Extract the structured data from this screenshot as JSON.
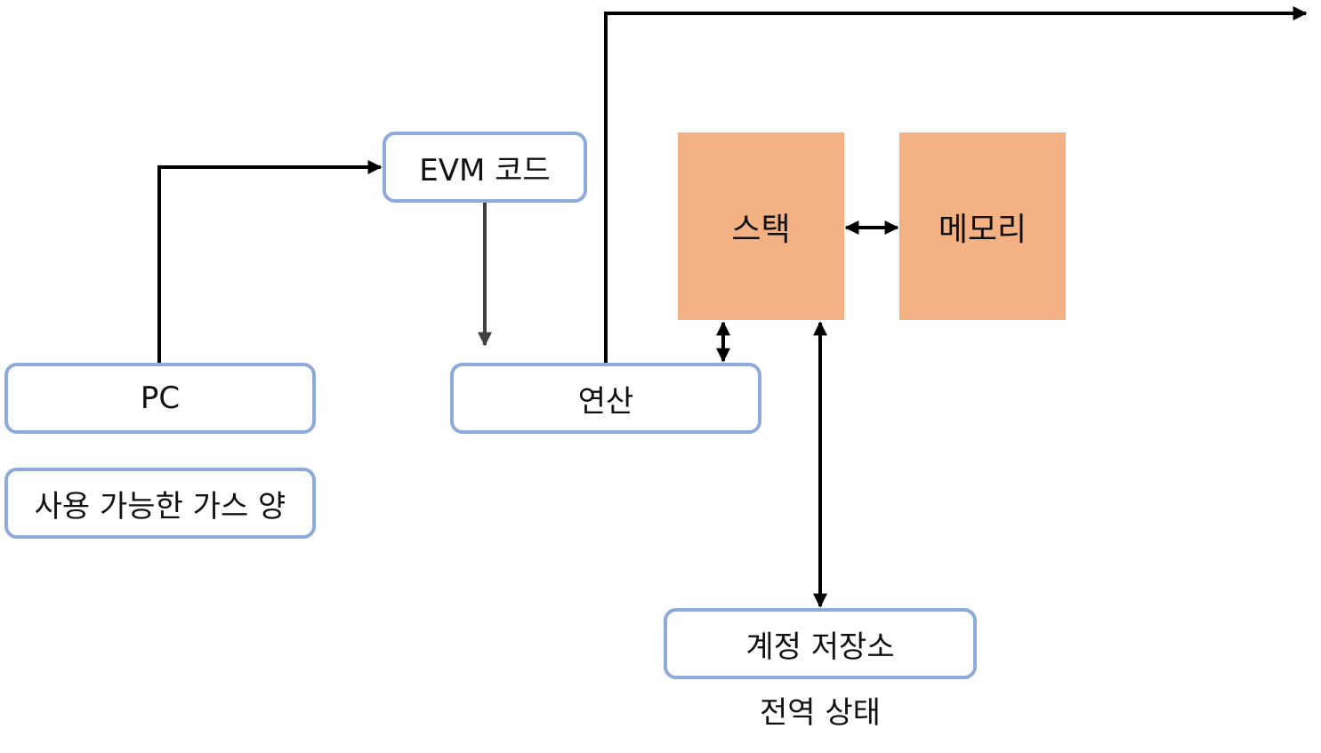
{
  "diagram": {
    "nodes": {
      "pc": {
        "label": "PC"
      },
      "available_gas": {
        "label": "사용 가능한 가스 양"
      },
      "evm_code": {
        "label": "EVM 코드"
      },
      "operation": {
        "label": "연산"
      },
      "stack": {
        "label": "스택"
      },
      "memory": {
        "label": "메모리"
      },
      "account_storage": {
        "label": "계정 저장소"
      }
    },
    "captions": {
      "world_state": "전역 상태"
    },
    "edges": [
      {
        "from": "pc",
        "to": "evm_code",
        "direction": "forward"
      },
      {
        "from": "evm_code",
        "to": "operation",
        "direction": "forward"
      },
      {
        "from": "operation",
        "to": "offscreen-right",
        "direction": "forward"
      },
      {
        "from": "operation",
        "to": "stack",
        "direction": "both"
      },
      {
        "from": "stack",
        "to": "memory",
        "direction": "both"
      },
      {
        "from": "stack",
        "to": "account_storage",
        "direction": "both"
      }
    ],
    "colors": {
      "box_border": "#8eaadb",
      "filled_box": "#f4b183",
      "arrow": "#000000",
      "arrow_code": "#404040"
    }
  }
}
